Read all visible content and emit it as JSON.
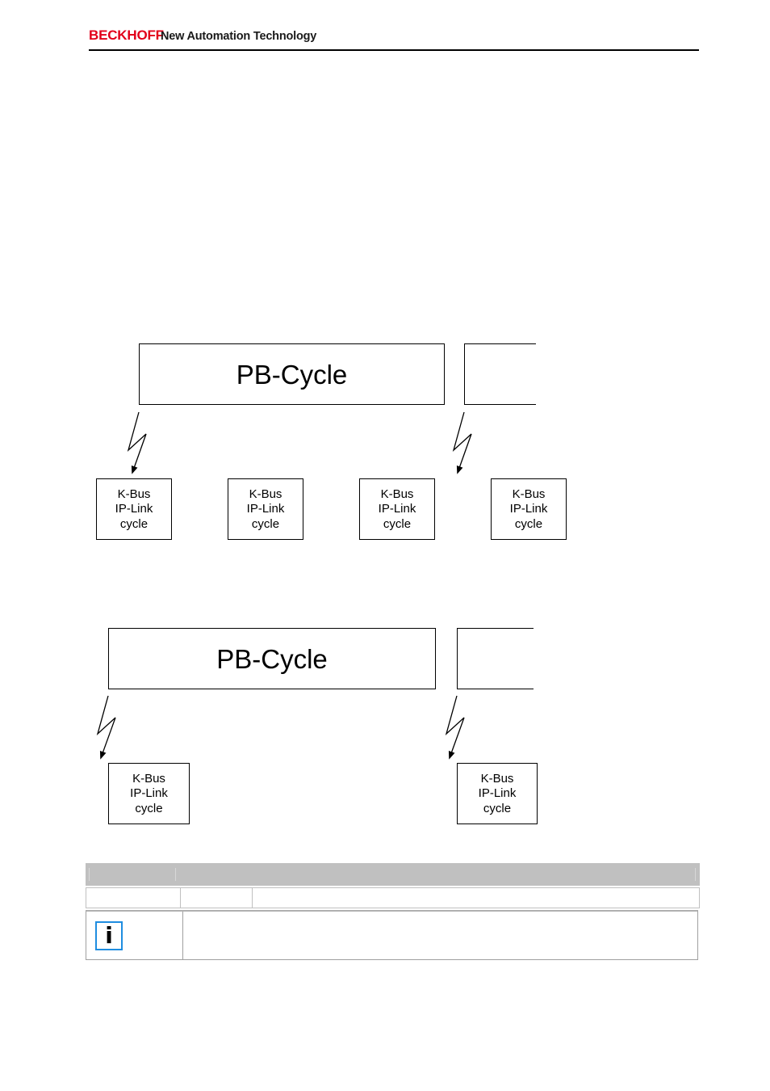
{
  "header": {
    "brand": "BECKHOFF",
    "slogan": "New Automation Technology",
    "brand_color": "#e2001a"
  },
  "diagram_top": {
    "pb_label": "PB-Cycle",
    "kbus_boxes": [
      {
        "line1": "K-Bus",
        "line2": "IP-Link",
        "line3": "cycle"
      },
      {
        "line1": "K-Bus",
        "line2": "IP-Link",
        "line3": "cycle"
      },
      {
        "line1": "K-Bus",
        "line2": "IP-Link",
        "line3": "cycle"
      },
      {
        "line1": "K-Bus",
        "line2": "IP-Link",
        "line3": "cycle"
      }
    ]
  },
  "diagram_bottom": {
    "pb_label": "PB-Cycle",
    "kbus_boxes": [
      {
        "line1": "K-Bus",
        "line2": "IP-Link",
        "line3": "cycle"
      },
      {
        "line1": "K-Bus",
        "line2": "IP-Link",
        "line3": "cycle"
      }
    ]
  },
  "note": {
    "icon": "info-icon",
    "icon_color": "#1f8de0",
    "text": ""
  }
}
